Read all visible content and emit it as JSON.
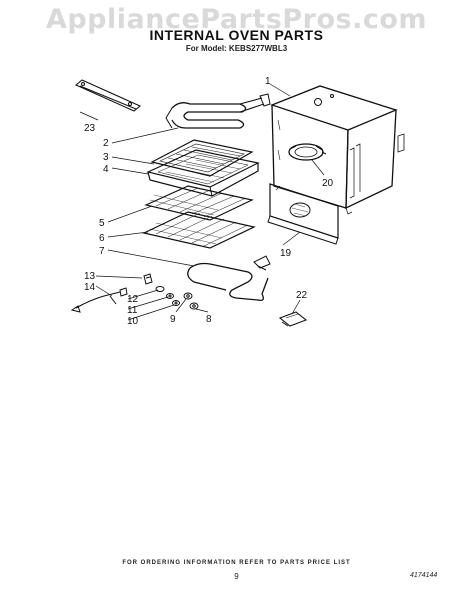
{
  "watermark": "AppliancePartsPros.com",
  "title": "INTERNAL OVEN PARTS",
  "subtitle": "For Model: KEBS277WBL3",
  "footer": "FOR ORDERING INFORMATION REFER TO PARTS PRICE LIST",
  "page_number": "9",
  "doc_number": "4174144",
  "callouts": {
    "c1": "1",
    "c2": "2",
    "c3": "3",
    "c4": "4",
    "c5": "5",
    "c6": "6",
    "c7": "7",
    "c8": "8",
    "c9": "9",
    "c10": "10",
    "c11": "11",
    "c12": "12",
    "c13": "13",
    "c14": "14",
    "c19": "19",
    "c20": "20",
    "c22": "22",
    "c23": "23"
  }
}
